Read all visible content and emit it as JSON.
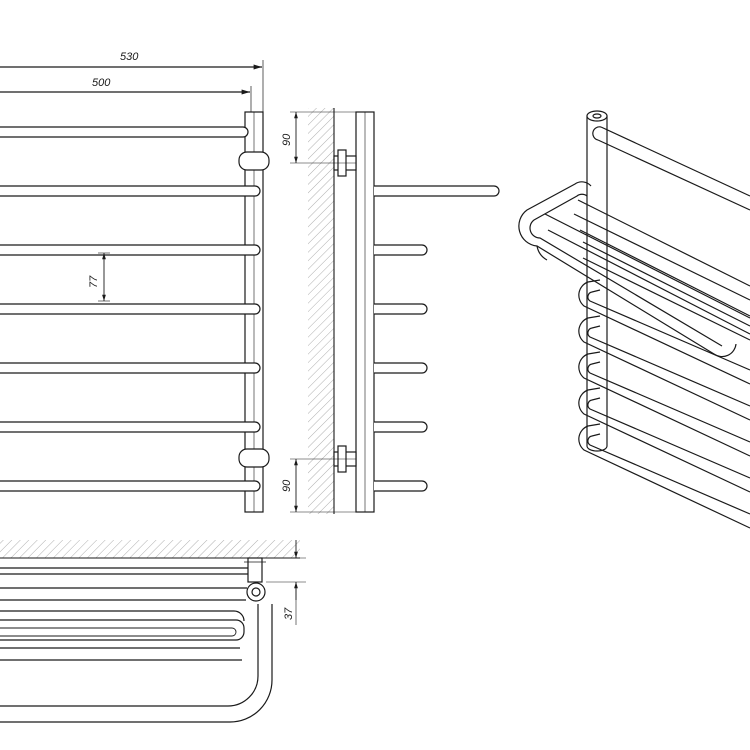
{
  "drawing": {
    "dimensions": {
      "overall_width": "530",
      "center_distance": "500",
      "rung_spacing": "77",
      "top_offset": "90",
      "bottom_offset": "90",
      "wall_offset": "37"
    },
    "rung_count": 7
  },
  "colors": {
    "line": "#1a1a1a",
    "hatch": "#8a8a8a",
    "background": "#ffffff"
  }
}
